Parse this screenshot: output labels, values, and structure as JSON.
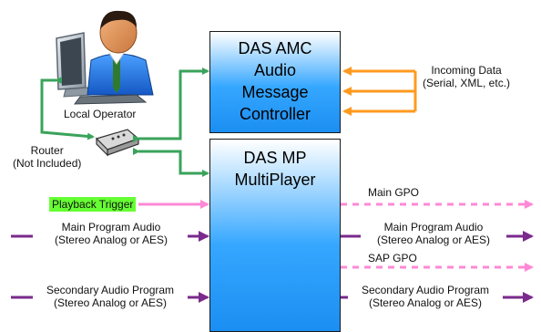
{
  "operator": {
    "label": "Local Operator"
  },
  "router": {
    "line1": "Router",
    "line2": "(Not Included)"
  },
  "amc": {
    "line1": "DAS AMC",
    "line2": "Audio",
    "line3": "Message",
    "line4": "Controller"
  },
  "mp": {
    "line1": "DAS MP",
    "line2": "MultiPlayer"
  },
  "incoming": {
    "line1": "Incoming Data",
    "line2": "(Serial, XML, etc.)"
  },
  "playback_trigger": "Playback Trigger",
  "main_gpo": "Main GPO",
  "sap_gpo": "SAP GPO",
  "main_audio_in": {
    "line1": "Main Program Audio",
    "line2": "(Stereo Analog or AES)"
  },
  "main_audio_out": {
    "line1": "Main Program Audio",
    "line2": "(Stereo Analog or AES)"
  },
  "sap_in": {
    "line1": "Secondary Audio Program",
    "line2": "(Stereo Analog or AES)"
  },
  "sap_out": {
    "line1": "Secondary Audio Program",
    "line2": "(Stereo Analog or AES)"
  },
  "colors": {
    "network": "#3aa35b",
    "data": "#ff9a1f",
    "trigger": "#ff88d6",
    "audio": "#7a2a8c",
    "box": "#1b8ef2",
    "trigger_bg": "#66ff33"
  }
}
